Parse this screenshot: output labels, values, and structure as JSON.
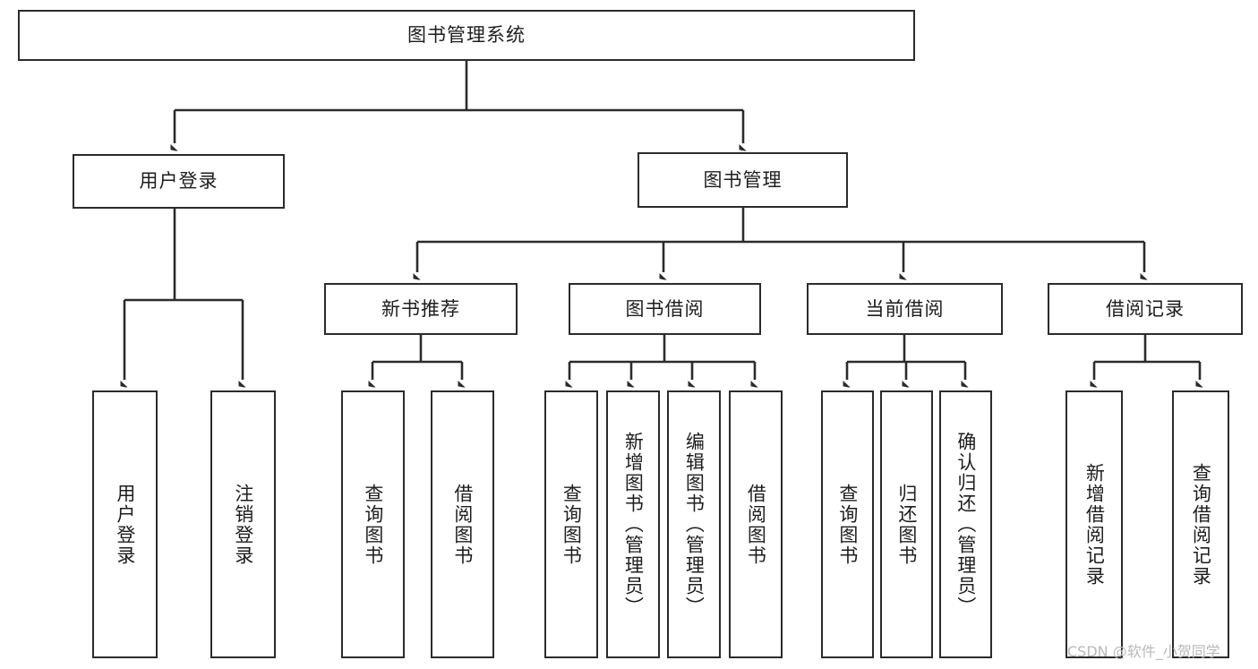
{
  "diagram": {
    "type": "tree-hierarchy-chart",
    "title": "图书管理系统",
    "line_color": "#2b2b2b",
    "box_fill": "#ffffff",
    "text_color": "#1d1d1d",
    "nodes": {
      "root": {
        "label": "图书管理系统"
      },
      "level2": [
        {
          "id": "user-login",
          "label": "用户登录"
        },
        {
          "id": "book-management",
          "label": "图书管理"
        }
      ],
      "level3": [
        {
          "id": "new-book-recommend",
          "label": "新书推荐"
        },
        {
          "id": "book-borrow",
          "label": "图书借阅"
        },
        {
          "id": "current-borrow",
          "label": "当前借阅"
        },
        {
          "id": "borrow-record",
          "label": "借阅记录"
        }
      ],
      "leaves": {
        "user_login": [
          {
            "id": "leaf-user-login",
            "label": "用户登录"
          },
          {
            "id": "leaf-logout-login",
            "label": "注销登录"
          }
        ],
        "new_book_recommend": [
          {
            "id": "leaf-query-book-1",
            "label": "查询图书"
          },
          {
            "id": "leaf-borrow-book-1",
            "label": "借阅图书"
          }
        ],
        "book_borrow": [
          {
            "id": "leaf-query-book-2",
            "label": "查询图书"
          },
          {
            "id": "leaf-add-book",
            "label": "新增图书（管理员）"
          },
          {
            "id": "leaf-edit-book",
            "label": "编辑图书（管理员）"
          },
          {
            "id": "leaf-borrow-book-2",
            "label": "借阅图书"
          }
        ],
        "current_borrow": [
          {
            "id": "leaf-query-book-3",
            "label": "查询图书"
          },
          {
            "id": "leaf-return-book",
            "label": "归还图书"
          },
          {
            "id": "leaf-confirm-return",
            "label": "确认归还（管理员）"
          }
        ],
        "borrow_record": [
          {
            "id": "leaf-add-record",
            "label": "新增借阅记录"
          },
          {
            "id": "leaf-query-record",
            "label": "查询借阅记录"
          }
        ]
      }
    }
  },
  "watermark": {
    "text": "CSDN @软件_小贺同学",
    "color": "#b9b9b9"
  }
}
